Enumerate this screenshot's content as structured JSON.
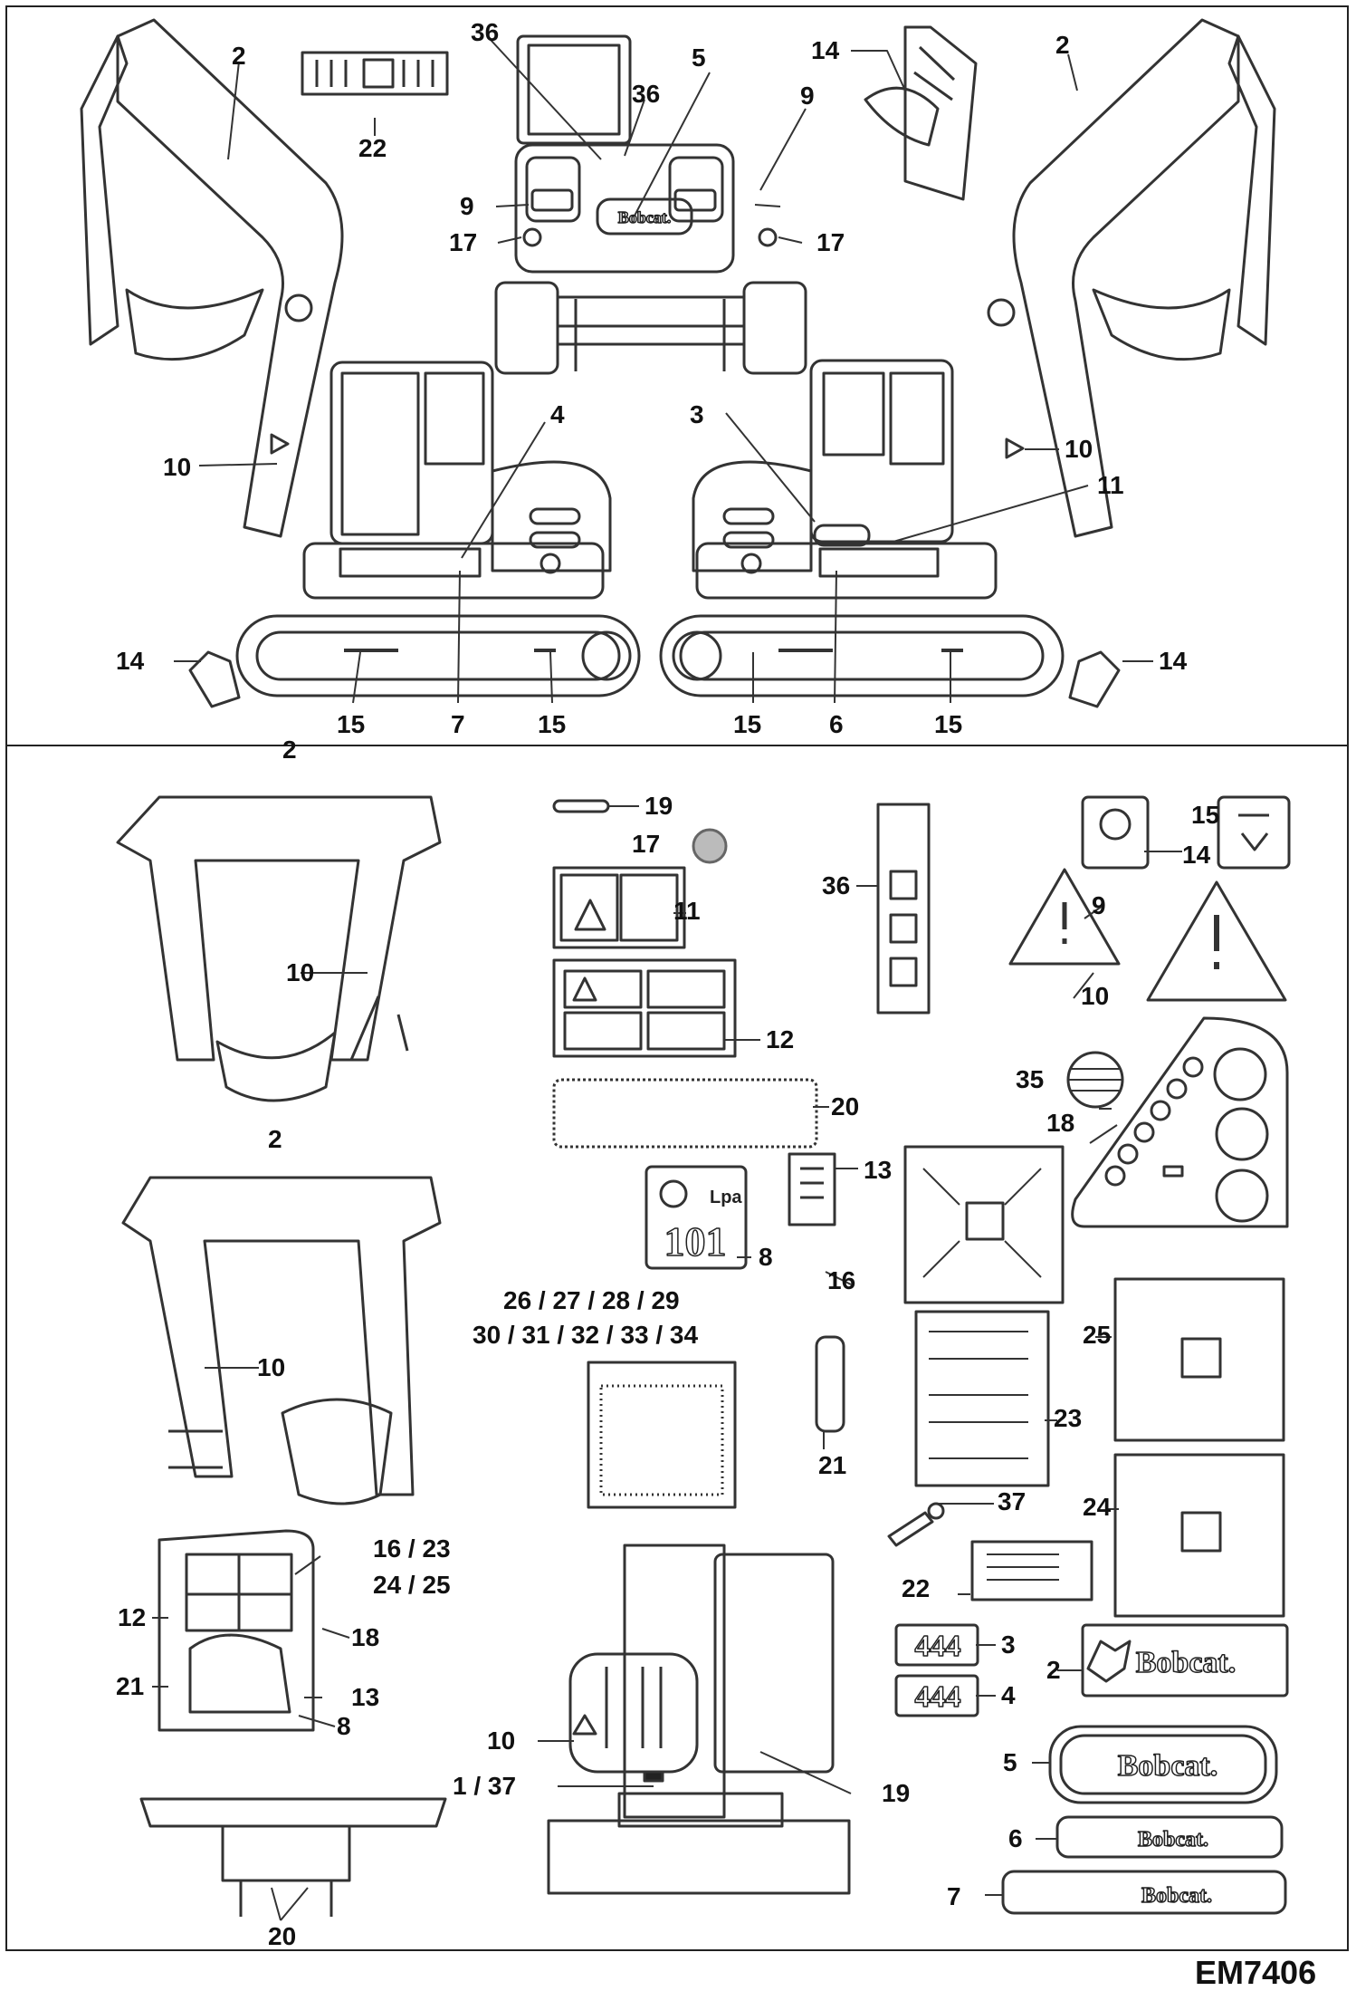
{
  "diagram": {
    "reference_code": "EM7406",
    "brand": "Bobcat.",
    "model_number": "444",
    "sticker_101_text": "101",
    "sticker_lpa_text": "Lpa",
    "callouts": [
      {
        "id": "c1",
        "text": "2"
      },
      {
        "id": "c2",
        "text": "22"
      },
      {
        "id": "c3",
        "text": "36"
      },
      {
        "id": "c4",
        "text": "36"
      },
      {
        "id": "c5",
        "text": "5"
      },
      {
        "id": "c6",
        "text": "14"
      },
      {
        "id": "c7",
        "text": "2"
      },
      {
        "id": "c8",
        "text": "9"
      },
      {
        "id": "c9",
        "text": "9"
      },
      {
        "id": "c10",
        "text": "17"
      },
      {
        "id": "c11",
        "text": "17"
      },
      {
        "id": "c12",
        "text": "4"
      },
      {
        "id": "c13",
        "text": "3"
      },
      {
        "id": "c14",
        "text": "10"
      },
      {
        "id": "c15",
        "text": "10"
      },
      {
        "id": "c16",
        "text": "11"
      },
      {
        "id": "c17",
        "text": "14"
      },
      {
        "id": "c18",
        "text": "14"
      },
      {
        "id": "c19",
        "text": "15"
      },
      {
        "id": "c20",
        "text": "7"
      },
      {
        "id": "c21",
        "text": "15"
      },
      {
        "id": "c22",
        "text": "15"
      },
      {
        "id": "c23",
        "text": "6"
      },
      {
        "id": "c24",
        "text": "15"
      },
      {
        "id": "c25",
        "text": "2"
      },
      {
        "id": "c26",
        "text": "10"
      },
      {
        "id": "c27",
        "text": "19"
      },
      {
        "id": "c28",
        "text": "17"
      },
      {
        "id": "c29",
        "text": "11"
      },
      {
        "id": "c30",
        "text": "12"
      },
      {
        "id": "c31",
        "text": "20"
      },
      {
        "id": "c32",
        "text": "36"
      },
      {
        "id": "c33",
        "text": "15"
      },
      {
        "id": "c34",
        "text": "14"
      },
      {
        "id": "c35",
        "text": "9"
      },
      {
        "id": "c36",
        "text": "10"
      },
      {
        "id": "c37",
        "text": "35"
      },
      {
        "id": "c38",
        "text": "18"
      },
      {
        "id": "c39",
        "text": "2"
      },
      {
        "id": "c40",
        "text": "10"
      },
      {
        "id": "c41",
        "text": "13"
      },
      {
        "id": "c42",
        "text": "8"
      },
      {
        "id": "c43",
        "text": "16"
      },
      {
        "id": "c44",
        "text": "26 / 27 / 28 / 29"
      },
      {
        "id": "c45",
        "text": "30 / 31 / 32 / 33 / 34"
      },
      {
        "id": "c46",
        "text": "25"
      },
      {
        "id": "c47",
        "text": "23"
      },
      {
        "id": "c48",
        "text": "21"
      },
      {
        "id": "c49",
        "text": "24"
      },
      {
        "id": "c50",
        "text": "37"
      },
      {
        "id": "c51",
        "text": "22"
      },
      {
        "id": "c52",
        "text": "16 / 23"
      },
      {
        "id": "c53",
        "text": "24 / 25"
      },
      {
        "id": "c54",
        "text": "12"
      },
      {
        "id": "c55",
        "text": "18"
      },
      {
        "id": "c56",
        "text": "21"
      },
      {
        "id": "c57",
        "text": "13"
      },
      {
        "id": "c58",
        "text": "8"
      },
      {
        "id": "c59",
        "text": "10"
      },
      {
        "id": "c60",
        "text": "1 / 37"
      },
      {
        "id": "c61",
        "text": "19"
      },
      {
        "id": "c62",
        "text": "3"
      },
      {
        "id": "c63",
        "text": "4"
      },
      {
        "id": "c64",
        "text": "2"
      },
      {
        "id": "c65",
        "text": "5"
      },
      {
        "id": "c66",
        "text": "6"
      },
      {
        "id": "c67",
        "text": "7"
      },
      {
        "id": "c68",
        "text": "20"
      }
    ]
  }
}
